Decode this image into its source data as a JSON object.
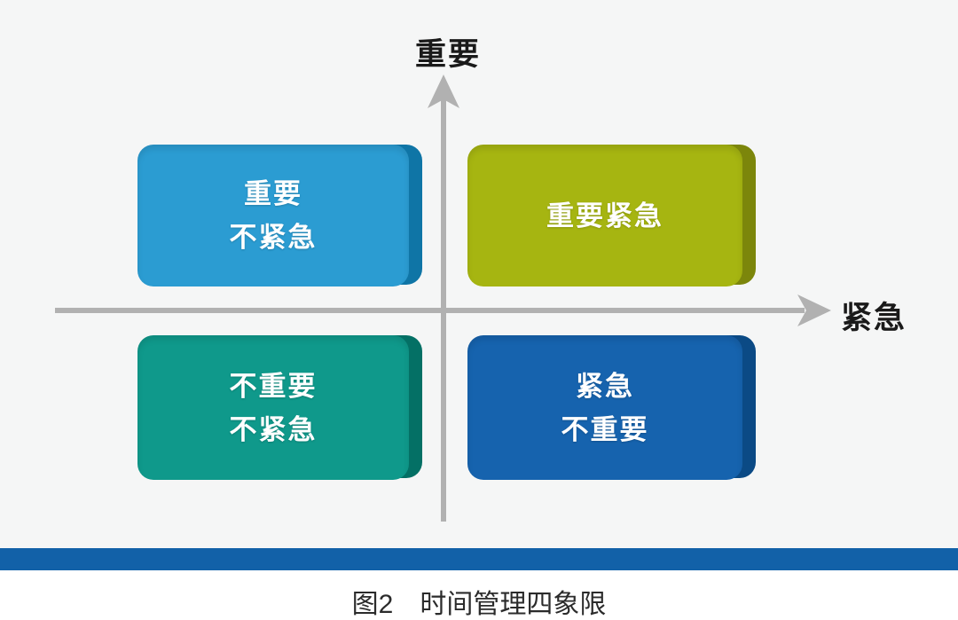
{
  "background": {
    "canvas_color": "#f5f6f6",
    "footer_color": "#ffffff"
  },
  "axes": {
    "line_color": "#b1b1b1",
    "y_axis_label": "重要",
    "x_axis_label": "紧急",
    "label_color": "#1a1a1a"
  },
  "quadrants": [
    {
      "position": "top-left",
      "label_lines": [
        "重要",
        "不紧急"
      ],
      "face_color": "#2b9cd2",
      "edge_color": "#0f75a6"
    },
    {
      "position": "top-right",
      "label_lines": [
        "重要紧急"
      ],
      "face_color": "#a6b511",
      "edge_color": "#7c860b"
    },
    {
      "position": "bottom-left",
      "label_lines": [
        "不重要",
        "不紧急"
      ],
      "face_color": "#0f998b",
      "edge_color": "#047065"
    },
    {
      "position": "bottom-right",
      "label_lines": [
        "紧急",
        "不重要"
      ],
      "face_color": "#1663ae",
      "edge_color": "#0b4a85"
    }
  ],
  "divider_bar": {
    "color": "#1261a8"
  },
  "caption": {
    "figure_no": "图2",
    "title": "时间管理四象限"
  }
}
